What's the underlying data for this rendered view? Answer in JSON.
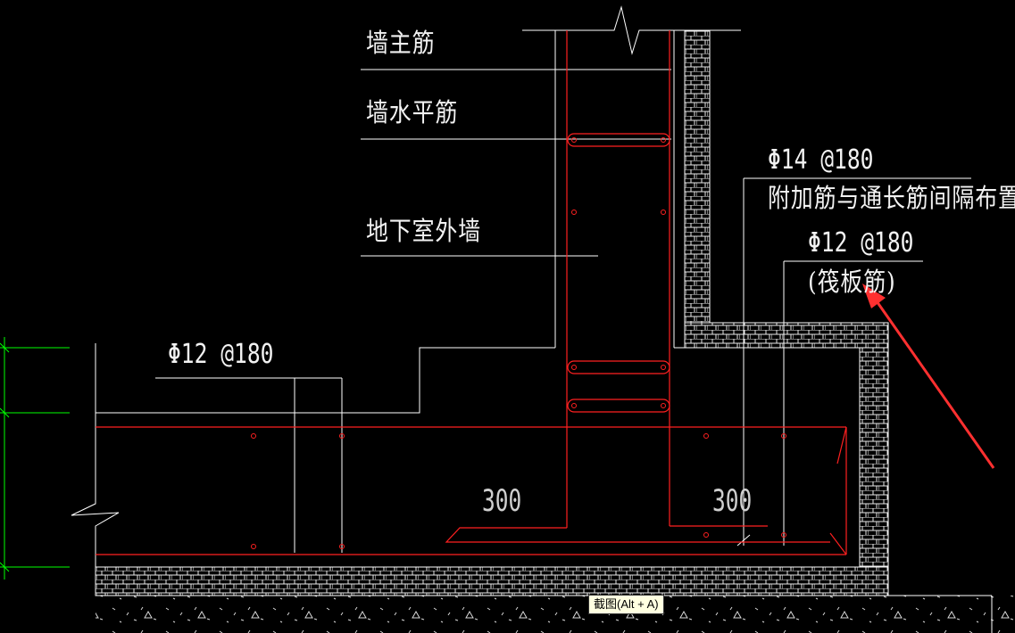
{
  "labels": {
    "wall_main_rebar": "墙主筋",
    "wall_horizontal_rebar": "墙水平筋",
    "basement_exterior_wall": "地下室外墙",
    "additional_rebar_spec": "Φ14 @180",
    "additional_rebar_note": "附加筋与通长筋间隔布置",
    "raft_rebar_spec_right": "Φ12 @180",
    "raft_rebar_note": "(筏板筋)",
    "raft_rebar_spec_left": "Φ12 @180"
  },
  "dimensions": {
    "left_anchor": "300",
    "right_anchor": "300"
  },
  "tooltip": {
    "text": "截图(Alt + A)"
  },
  "colors": {
    "background": "#000000",
    "linework": "#ffffff",
    "rebar": "#ff2020",
    "grid_marks": "#00ff00",
    "annotation_arrow": "#ff3030"
  }
}
